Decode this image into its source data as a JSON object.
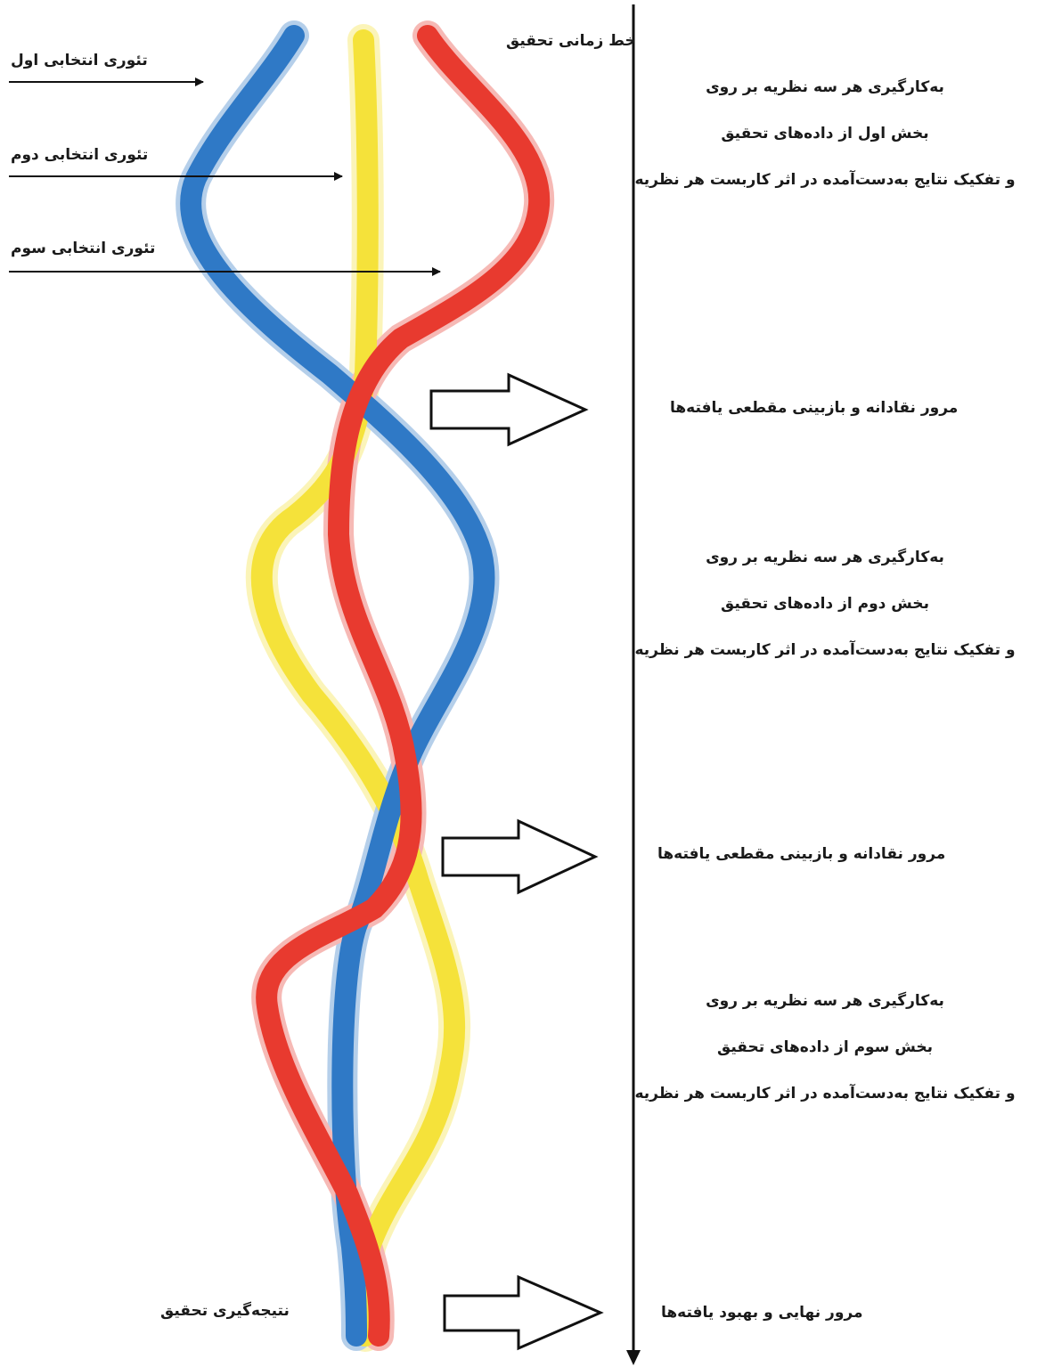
{
  "timeline": {
    "label": "خط زمانی تحقیق"
  },
  "theories": [
    {
      "label": "تئوری انتخابی اول",
      "color": "#2f79c6"
    },
    {
      "label": "تئوری انتخابی دوم",
      "color": "#f5e23a"
    },
    {
      "label": "تئوری انتخابی سوم",
      "color": "#e83a2f"
    }
  ],
  "steps": [
    {
      "lines": [
        "به‌کارگیری هر سه نظریه بر روی",
        "بخش اول از داده‌های تحقیق",
        "و تفکیک نتایج به‌دست‌آمده در اثر کاربست هر نظریه"
      ]
    },
    {
      "review": "مرور نقادانه و بازبینی مقطعی  یافته‌ها"
    },
    {
      "lines": [
        "به‌کارگیری هر سه نظریه بر روی",
        "بخش دوم از داده‌های تحقیق",
        "و تفکیک نتایج به‌دست‌آمده در اثر کاربست هر نظریه"
      ]
    },
    {
      "review": "مرور نقادانه و بازبینی مقطعی  یافته‌ها"
    },
    {
      "lines": [
        "به‌کارگیری هر سه نظریه بر روی",
        "بخش سوم از داده‌های تحقیق",
        "و تفکیک نتایج به‌دست‌آمده در اثر کاربست هر نظریه"
      ]
    },
    {
      "review": "مرور نهایی و بهبود یافته‌ها"
    }
  ],
  "conclusion": {
    "label": "نتیجه‌گیری تحقیق"
  }
}
